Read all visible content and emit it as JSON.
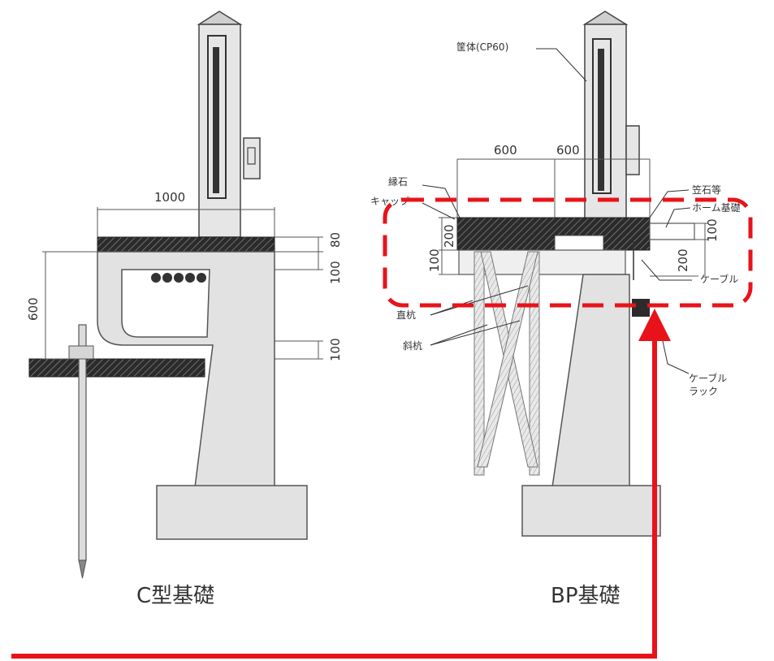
{
  "captions": {
    "left": "C型基礎",
    "right": "BP基礎"
  },
  "left_dims": {
    "width": "1000",
    "h80": "80",
    "h100a": "100",
    "h600": "600",
    "h100b": "100"
  },
  "right_dims": {
    "w600a": "600",
    "w600b": "600",
    "h200": "200",
    "h100": "100",
    "h100r": "100",
    "h200r": "200"
  },
  "right_labels": {
    "body": "筐体(CP60)",
    "upper": "縁石",
    "cap": "キャップ",
    "stone": "笠石等",
    "home": "ホーム基礎",
    "cable": "ケーブル",
    "straight_pile": "直杭",
    "oblique_pile": "斜杭",
    "rack": "ケーブル\nラック"
  },
  "colors": {
    "annotation": "#e8131a",
    "concrete": "#e2e2e2",
    "hatch": "#3a3a3a",
    "line": "#444444"
  }
}
